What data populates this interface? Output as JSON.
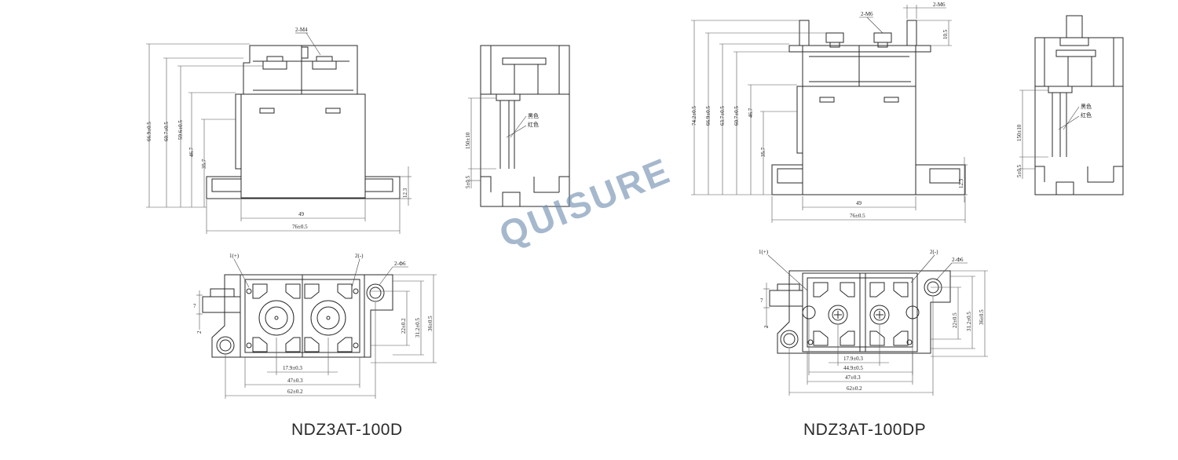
{
  "models": [
    {
      "name": "NDZ3AT-100D",
      "front_view": {
        "terminal_label": "2-M4",
        "heights": [
          "66.9±0.5",
          "60.7±0.5",
          "59.6±0.5",
          "46.7",
          "35.7"
        ],
        "base_height": "12.3",
        "inner_width": "49",
        "overall_width": "76±0.5"
      },
      "side_view": {
        "wire_labels": [
          "黑色",
          "红色"
        ],
        "lead_length": "150±10",
        "lead_tip": "5±0.5"
      },
      "top_view": {
        "pos_terminal": "1(+)",
        "neg_terminal": "2(-)",
        "hole_label": "2-Φ6",
        "offset_a": "7",
        "offset_b": "2",
        "heights": [
          "22±0.2",
          "31.2±0.5",
          "36±0.5"
        ],
        "widths": [
          "17.9±0.3",
          "47±0.3",
          "62±0.2"
        ]
      }
    },
    {
      "name": "NDZ3AT-100DP",
      "front_view": {
        "terminal_label": "2-M6",
        "top_width": "2-M6",
        "top_offset": "10.5",
        "heights": [
          "74.2±0.5",
          "66.9±0.5",
          "63.7±0.5",
          "60.7±0.5",
          "46.7",
          "35.7"
        ],
        "base_height": "12.3",
        "inner_width": "49",
        "overall_width": "76±0.5"
      },
      "side_view": {
        "wire_labels": [
          "黑色",
          "红色"
        ],
        "lead_length": "150±10",
        "lead_tip": "5±0.5"
      },
      "top_view": {
        "pos_terminal": "1(+)",
        "neg_terminal": "2(-)",
        "hole_label": "2-Φ6",
        "offset_a": "7",
        "offset_b": "2",
        "heights": [
          "22±0.5",
          "31.2±0.5",
          "36±0.5"
        ],
        "widths": [
          "17.9±0.3",
          "44.9±0.5",
          "47±0.3",
          "62±0.2"
        ]
      }
    }
  ],
  "watermark": "QUISURE",
  "colors": {
    "line": "#2a2a2a",
    "watermark": "#6e8caf"
  }
}
